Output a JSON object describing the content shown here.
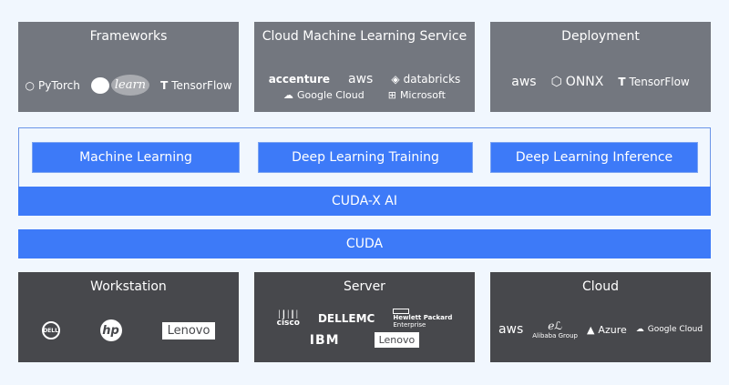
{
  "top_row": [
    {
      "title": "Frameworks",
      "logos_row1": [
        "PyTorch",
        "learn",
        "TensorFlow"
      ],
      "logos_row2": []
    },
    {
      "title": "Cloud Machine Learning Service",
      "logos_row1": [
        "accenture",
        "aws",
        "databricks"
      ],
      "logos_row2": [
        "Google Cloud",
        "Microsoft"
      ]
    },
    {
      "title": "Deployment",
      "logos_row1": [
        "aws",
        "ONNX",
        "TensorFlow"
      ],
      "logos_row2": []
    }
  ],
  "ai_layer": {
    "buttons": [
      "Machine Learning",
      "Deep Learning Training",
      "Deep Learning Inference"
    ],
    "cudax_label": "CUDA-X AI"
  },
  "cuda_label": "CUDA",
  "bottom_row": [
    {
      "title": "Workstation",
      "logos_row1": [
        "DELL",
        "hp",
        "Lenovo"
      ]
    },
    {
      "title": "Server",
      "logos_row1": [
        "cisco",
        "DELLEMC",
        "Hewlett Packard",
        "Enterprise"
      ],
      "logos_row2": [
        "IBM",
        "Lenovo"
      ]
    },
    {
      "title": "Cloud",
      "logos_row1": [
        "aws",
        "Alibaba Group",
        "Azure",
        "Google Cloud"
      ]
    }
  ],
  "colors": {
    "blue": "#3d7af8",
    "top_gray": "#73777f",
    "bottom_dark": "#47484c",
    "background": "#f1f7fe"
  }
}
